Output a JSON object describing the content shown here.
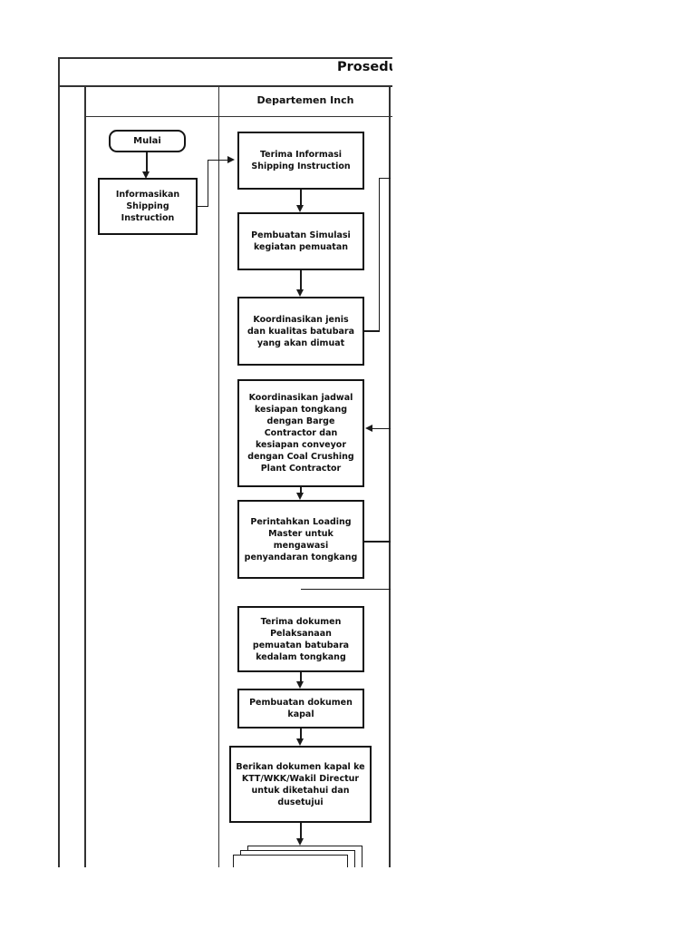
{
  "page": {
    "title": "Prosedur",
    "column_header": "Departemen Inch"
  },
  "colors": {
    "line": "#1a1a1a",
    "table_border": "#333333",
    "background": "#ffffff"
  },
  "flowchart": {
    "nodes": {
      "mulai": {
        "shape": "terminator",
        "label": "Mulai"
      },
      "informasikan": {
        "shape": "process",
        "label": "Informasikan\nShipping\nInstruction"
      },
      "terima_informasi": {
        "shape": "process",
        "label": "Terima Informasi\nShipping Instruction"
      },
      "pembuatan_simulasi": {
        "shape": "process",
        "label": "Pembuatan Simulasi\nkegiatan pemuatan"
      },
      "koordinasikan_jenis": {
        "shape": "process",
        "label": "Koordinasikan jenis\ndan kualitas batubara\nyang akan dimuat"
      },
      "koordinasikan_jadwal": {
        "shape": "process",
        "label": "Koordinasikan jadwal\nkesiapan tongkang\ndengan Barge\nContractor dan\nkesiapan conveyor\ndengan Coal Crushing\nPlant Contractor"
      },
      "perintahkan": {
        "shape": "process",
        "label": "Perintahkan Loading\nMaster untuk\nmengawasi\npenyandaran tongkang"
      },
      "terima_dokumen": {
        "shape": "process",
        "label": "Terima dokumen\nPelaksanaan\npemuatan batubara\nkedalam tongkang"
      },
      "pembuatan_dokumen": {
        "shape": "process",
        "label": "Pembuatan dokumen\nkapal"
      },
      "berikan": {
        "shape": "process",
        "label": "Berikan dokumen kapal ke\nKTT/WKK/Wakil Directur\nuntuk diketahui dan\ndusetujui"
      },
      "dokumen_stack": {
        "shape": "document-stack",
        "label": ""
      }
    }
  }
}
